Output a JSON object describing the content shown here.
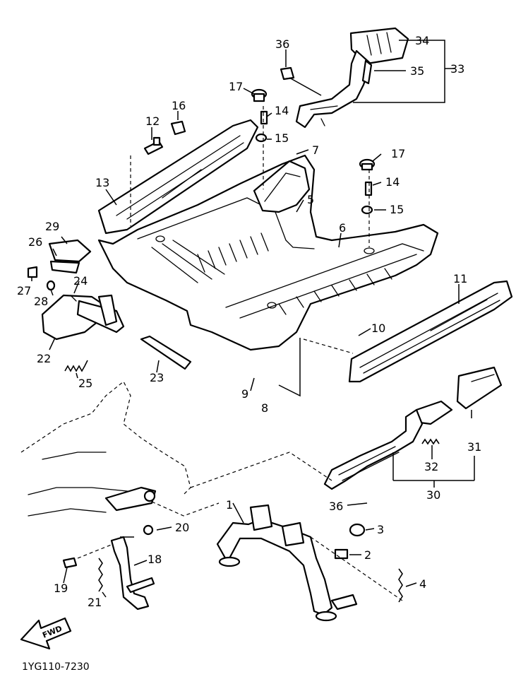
{
  "callouts": [
    "1",
    "2",
    "3",
    "4",
    "5",
    "6",
    "7",
    "8",
    "9",
    "10",
    "11",
    "12",
    "13",
    "14",
    "14",
    "15",
    "15",
    "16",
    "17",
    "17",
    "18",
    "19",
    "20",
    "21",
    "22",
    "23",
    "24",
    "25",
    "26",
    "27",
    "28",
    "29",
    "30",
    "31",
    "32",
    "33",
    "34",
    "35",
    "36",
    "36"
  ],
  "fwd_label": "FWD",
  "drawing_code": "1YG110-7230"
}
